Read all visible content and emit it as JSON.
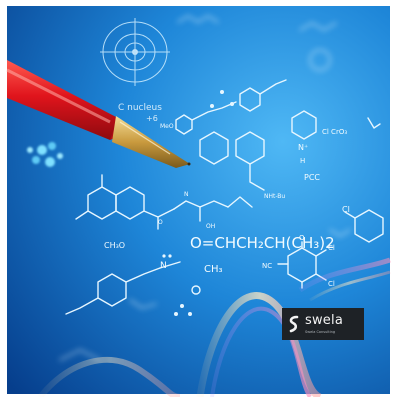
{
  "scene": {
    "labels": {
      "c_nucleus": "C nucleus",
      "plus6": "+6",
      "meo_left": "MeO",
      "ch3o": "CH₃O",
      "formula": "O=CHCH₂CH(CH₃)2",
      "ch3": "CH₃",
      "cl_1": "Cl",
      "cl_2": "Cl",
      "cl_3": "Cl",
      "cl_4": "Cl",
      "nc": "NC",
      "o_1": "O",
      "o_2": "O",
      "n_plus": "N⁺",
      "h": "H",
      "crcl": "Cl CrO₃",
      "pcc": "PCC",
      "nbu": "NHt-Bu",
      "n_1": "N",
      "n_2": "N",
      "oh": "OH"
    }
  },
  "logo": {
    "name": "swela",
    "tagline": "Swela Consulting"
  },
  "colors": {
    "background_deep": "#0b4fa8",
    "background_light": "#3aa9f0",
    "pen_red": "#e0141c",
    "pen_tip": "#d8b35c",
    "logo_box": "#1e2226"
  }
}
